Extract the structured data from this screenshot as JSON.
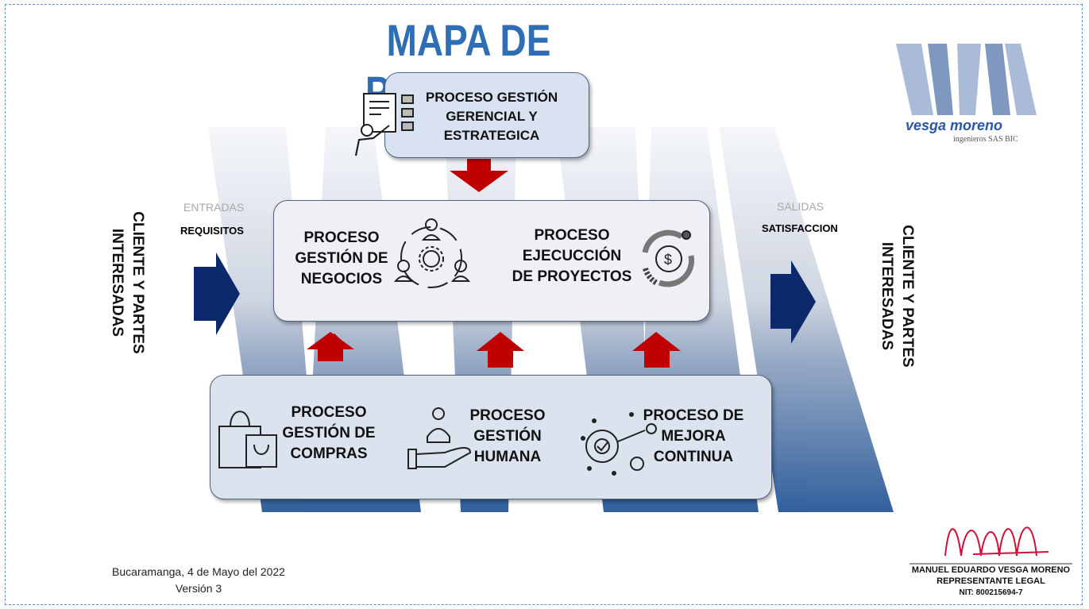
{
  "title": "MAPA DE PROCESOS",
  "processes": {
    "gerencial": "PROCESO GESTIÓN\nGERENCIAL Y\nESTRATEGICA",
    "negocios": "PROCESO\nGESTIÓN DE\nNEGOCIOS",
    "proyectos": "PROCESO\nEJECUCCIÓN\nDE PROYECTOS",
    "compras": "PROCESO\nGESTIÓN DE\nCOMPRAS",
    "humana": "PROCESO\nGESTIÓN\nHUMANA",
    "mejora": "PROCESO DE\nMEJORA\nCONTINUA"
  },
  "inputs": {
    "heading": "ENTRADAS",
    "value": "REQUISITOS"
  },
  "outputs": {
    "heading": "SALIDAS",
    "value": "SATISFACCION"
  },
  "stakeholders_left": "CLIENTE Y PARTES\nINTERESADAS",
  "stakeholders_right": "CLIENTE Y PARTES\nINTERESADAS",
  "logo": {
    "brand": "vesga moreno",
    "sub": "ingenieros SAS BIC"
  },
  "signature": {
    "name": "MANUEL EDUARDO VESGA MORENO",
    "role": "REPRESENTANTE LEGAL",
    "nit": "NIT: 800215694-7"
  },
  "footer": {
    "place_date": "Bucaramanga, 4 de Mayo del 2022",
    "version": "Versión 3"
  },
  "colors": {
    "title": "#2f6db5",
    "arrow_red": "#c00000",
    "arrow_navy": "#0c2a6b"
  }
}
